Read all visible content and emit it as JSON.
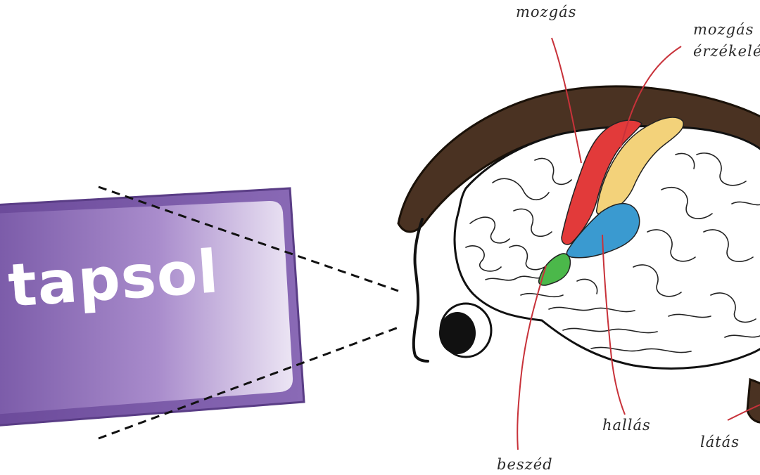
{
  "card": {
    "word": "tapsol"
  },
  "labels": {
    "motor": "mozgás",
    "sensory_line1": "mozgás",
    "sensory_line2": "érzékelés",
    "speech": "beszéd",
    "hearing": "hallás",
    "vision": "látás"
  },
  "colors": {
    "card_purple": "#6b4a9a",
    "hair_brown": "#4a3222",
    "motor_red": "#e23a3a",
    "sensory_yellow": "#f3d27a",
    "hearing_blue": "#3a9ad0",
    "speech_green": "#4bb84a",
    "pointer_line": "#c8323a"
  }
}
